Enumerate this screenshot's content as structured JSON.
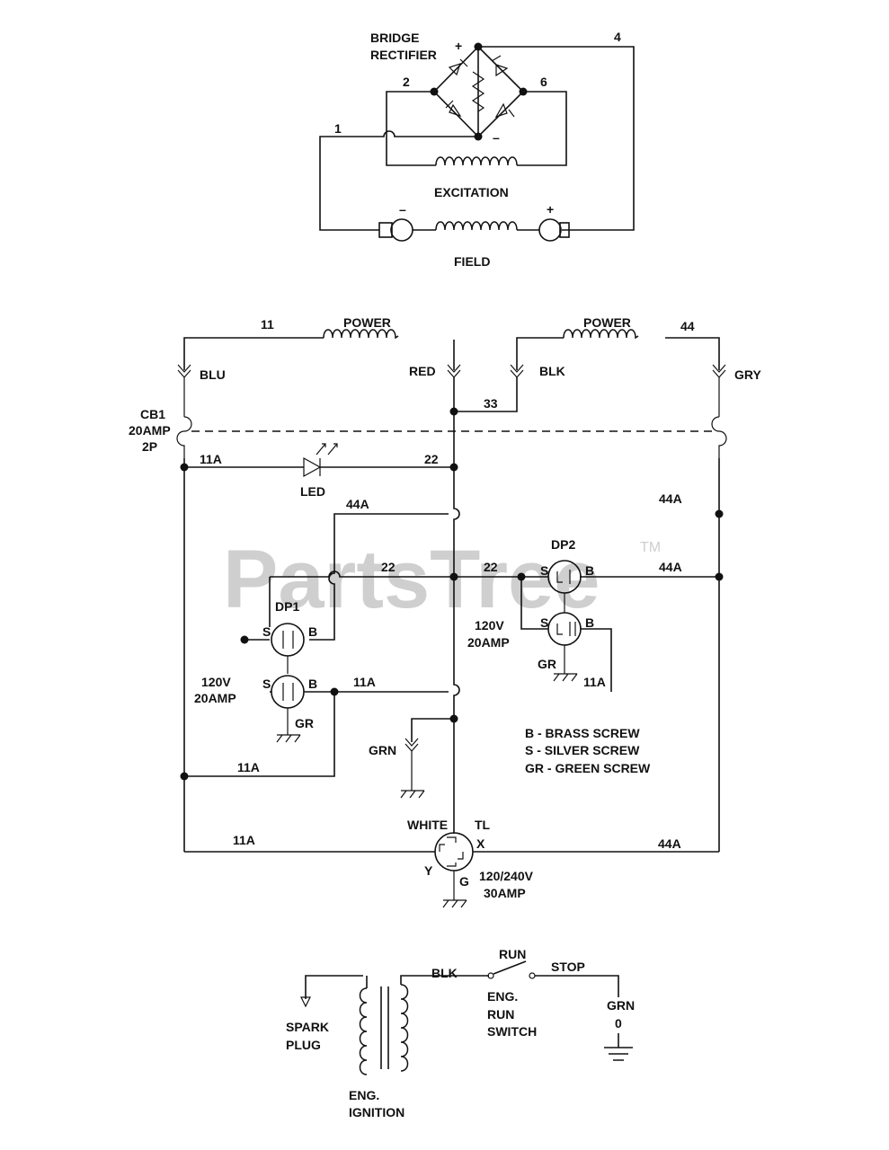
{
  "watermark": {
    "brand": "PartsTree",
    "tm": "TM"
  },
  "rectifier": {
    "title_line1": "BRIDGE",
    "title_line2": "RECTIFIER",
    "plus": "+",
    "minus": "–",
    "wire1": "1",
    "wire2": "2",
    "wire4": "4",
    "wire6": "6",
    "excitation": "EXCITATION",
    "field": "FIELD",
    "field_minus": "–",
    "field_plus": "+"
  },
  "power": {
    "wire11": "11",
    "power_left": "POWER",
    "power_right": "POWER",
    "wire44": "44",
    "blu": "BLU",
    "red": "RED",
    "blk": "BLK",
    "gry": "GRY",
    "wire33": "33",
    "cb1_line1": "CB1",
    "cb1_line2": "20AMP",
    "cb1_line3": "2P",
    "wire11a_led": "11A",
    "wire22_led": "22",
    "led": "LED",
    "wire44a_top": "44A",
    "wire44a_right": "44A",
    "wire22_left": "22",
    "wire22_right": "22",
    "wire44a_dp2": "44A",
    "dp1": "DP1",
    "dp2": "DP2",
    "dp1_s_top": "S",
    "dp1_b_top": "B",
    "dp1_s_bot": "S",
    "dp1_b_bot": "B",
    "dp1_gr": "GR",
    "dp1_rating1": "120V",
    "dp1_rating2": "20AMP",
    "wire11a_mid": "11A",
    "dp2_s_top": "S",
    "dp2_b_top": "B",
    "dp2_s_bot": "S",
    "dp2_b_bot": "B",
    "dp2_gr": "GR",
    "dp2_rating1": "120V",
    "dp2_rating2": "20AMP",
    "wire11a_dp2": "11A",
    "grn": "GRN",
    "wire11a_low": "11A",
    "legend_b": "B - BRASS SCREW",
    "legend_s": "S - SILVER SCREW",
    "legend_gr": "GR - GREEN SCREW",
    "white": "WHITE",
    "tl": "TL",
    "x": "X",
    "y": "Y",
    "g": "G",
    "wire11a_bottom": "11A",
    "wire44a_bottom": "44A",
    "tl_rating1": "120/240V",
    "tl_rating2": "30AMP"
  },
  "ignition": {
    "blk": "BLK",
    "run": "RUN",
    "stop": "STOP",
    "switch_line1": "ENG.",
    "switch_line2": "RUN",
    "switch_line3": "SWITCH",
    "grn": "GRN",
    "zero": "0",
    "spark_line1": "SPARK",
    "spark_line2": "PLUG",
    "ign_line1": "ENG.",
    "ign_line2": "IGNITION"
  }
}
